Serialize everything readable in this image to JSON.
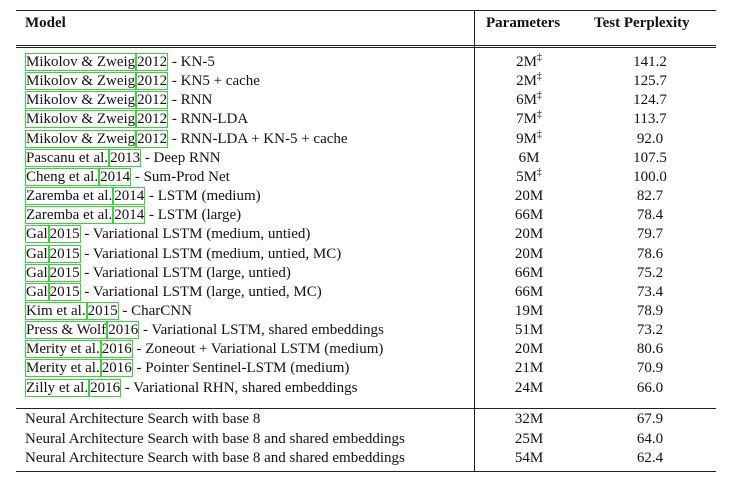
{
  "headers": {
    "model": "Model",
    "params": "Parameters",
    "ppl": "Test Perplexity"
  },
  "rows": [
    {
      "authors": "Mikolov & Zweig",
      "year": "2012",
      "suffix": " - KN-5",
      "params": "2M",
      "dagger": "‡",
      "ppl": "141.2"
    },
    {
      "authors": "Mikolov & Zweig",
      "year": "2012",
      "suffix": " - KN5 + cache",
      "params": "2M",
      "dagger": "‡",
      "ppl": "125.7"
    },
    {
      "authors": "Mikolov & Zweig",
      "year": "2012",
      "suffix": " - RNN",
      "params": "6M",
      "dagger": "‡",
      "ppl": "124.7"
    },
    {
      "authors": "Mikolov & Zweig",
      "year": "2012",
      "suffix": " - RNN-LDA",
      "params": "7M",
      "dagger": "‡",
      "ppl": "113.7"
    },
    {
      "authors": "Mikolov & Zweig",
      "year": "2012",
      "suffix": " - RNN-LDA + KN-5 + cache",
      "params": "9M",
      "dagger": "‡",
      "ppl": "92.0"
    },
    {
      "authors": "Pascanu et al.",
      "year": "2013",
      "suffix": " - Deep RNN",
      "params": "6M",
      "dagger": "",
      "ppl": "107.5"
    },
    {
      "authors": "Cheng et al.",
      "year": "2014",
      "suffix": " - Sum-Prod Net",
      "params": "5M",
      "dagger": "‡",
      "ppl": "100.0"
    },
    {
      "authors": "Zaremba et al.",
      "year": "2014",
      "suffix": " - LSTM (medium)",
      "params": "20M",
      "dagger": "",
      "ppl": "82.7"
    },
    {
      "authors": "Zaremba et al.",
      "year": "2014",
      "suffix": " - LSTM (large)",
      "params": "66M",
      "dagger": "",
      "ppl": "78.4"
    },
    {
      "authors": "Gal",
      "year": "2015",
      "suffix": " - Variational LSTM (medium, untied)",
      "params": "20M",
      "dagger": "",
      "ppl": "79.7"
    },
    {
      "authors": "Gal",
      "year": "2015",
      "suffix": " - Variational LSTM (medium, untied, MC)",
      "params": "20M",
      "dagger": "",
      "ppl": "78.6"
    },
    {
      "authors": "Gal",
      "year": "2015",
      "suffix": " - Variational LSTM (large, untied)",
      "params": "66M",
      "dagger": "",
      "ppl": "75.2"
    },
    {
      "authors": "Gal",
      "year": "2015",
      "suffix": " - Variational LSTM (large, untied, MC)",
      "params": "66M",
      "dagger": "",
      "ppl": "73.4"
    },
    {
      "authors": "Kim et al.",
      "year": "2015",
      "suffix": " - CharCNN",
      "params": "19M",
      "dagger": "",
      "ppl": "78.9"
    },
    {
      "authors": "Press & Wolf",
      "year": "2016",
      "suffix": " - Variational LSTM, shared embeddings",
      "params": "51M",
      "dagger": "",
      "ppl": "73.2"
    },
    {
      "authors": "Merity et al.",
      "year": "2016",
      "suffix": " - Zoneout + Variational LSTM (medium)",
      "params": "20M",
      "dagger": "",
      "ppl": "80.6"
    },
    {
      "authors": "Merity et al.",
      "year": "2016",
      "suffix": " - Pointer Sentinel-LSTM (medium)",
      "params": "21M",
      "dagger": "",
      "ppl": "70.9"
    },
    {
      "authors": "Zilly et al.",
      "year": "2016",
      "suffix": " - Variational RHN, shared embeddings",
      "params": "24M",
      "dagger": "",
      "ppl": "66.0"
    }
  ],
  "nas_rows": [
    {
      "model": "Neural Architecture Search with base 8",
      "params": "32M",
      "ppl": "67.9"
    },
    {
      "model": "Neural Architecture Search with base 8 and shared embeddings",
      "params": "25M",
      "ppl": "64.0"
    },
    {
      "model": "Neural Architecture Search with base 8 and shared embeddings",
      "params": "54M",
      "ppl": "62.4"
    }
  ]
}
